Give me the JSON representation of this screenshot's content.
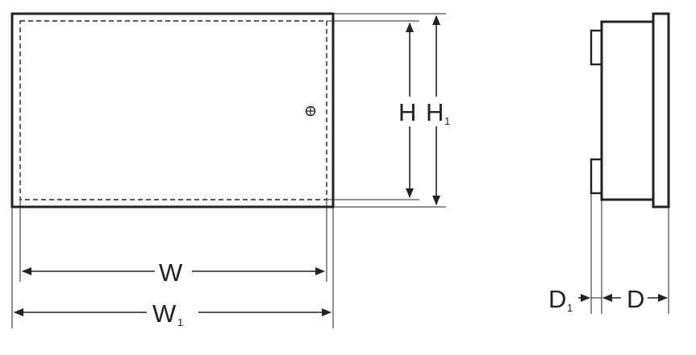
{
  "diagram": {
    "front_view": {
      "height_inner": {
        "label": "H"
      },
      "height_outer": {
        "label": "H",
        "subscript": "1"
      },
      "width_inner": {
        "label": "W"
      },
      "width_outer": {
        "label": "W",
        "subscript": "1"
      },
      "lock_icon": "lock-icon"
    },
    "side_view": {
      "depth_hinge": {
        "label": "D",
        "subscript": "1"
      },
      "depth_body": {
        "label": "D"
      }
    },
    "colors": {
      "line": "#222222",
      "background": "#ffffff"
    }
  }
}
